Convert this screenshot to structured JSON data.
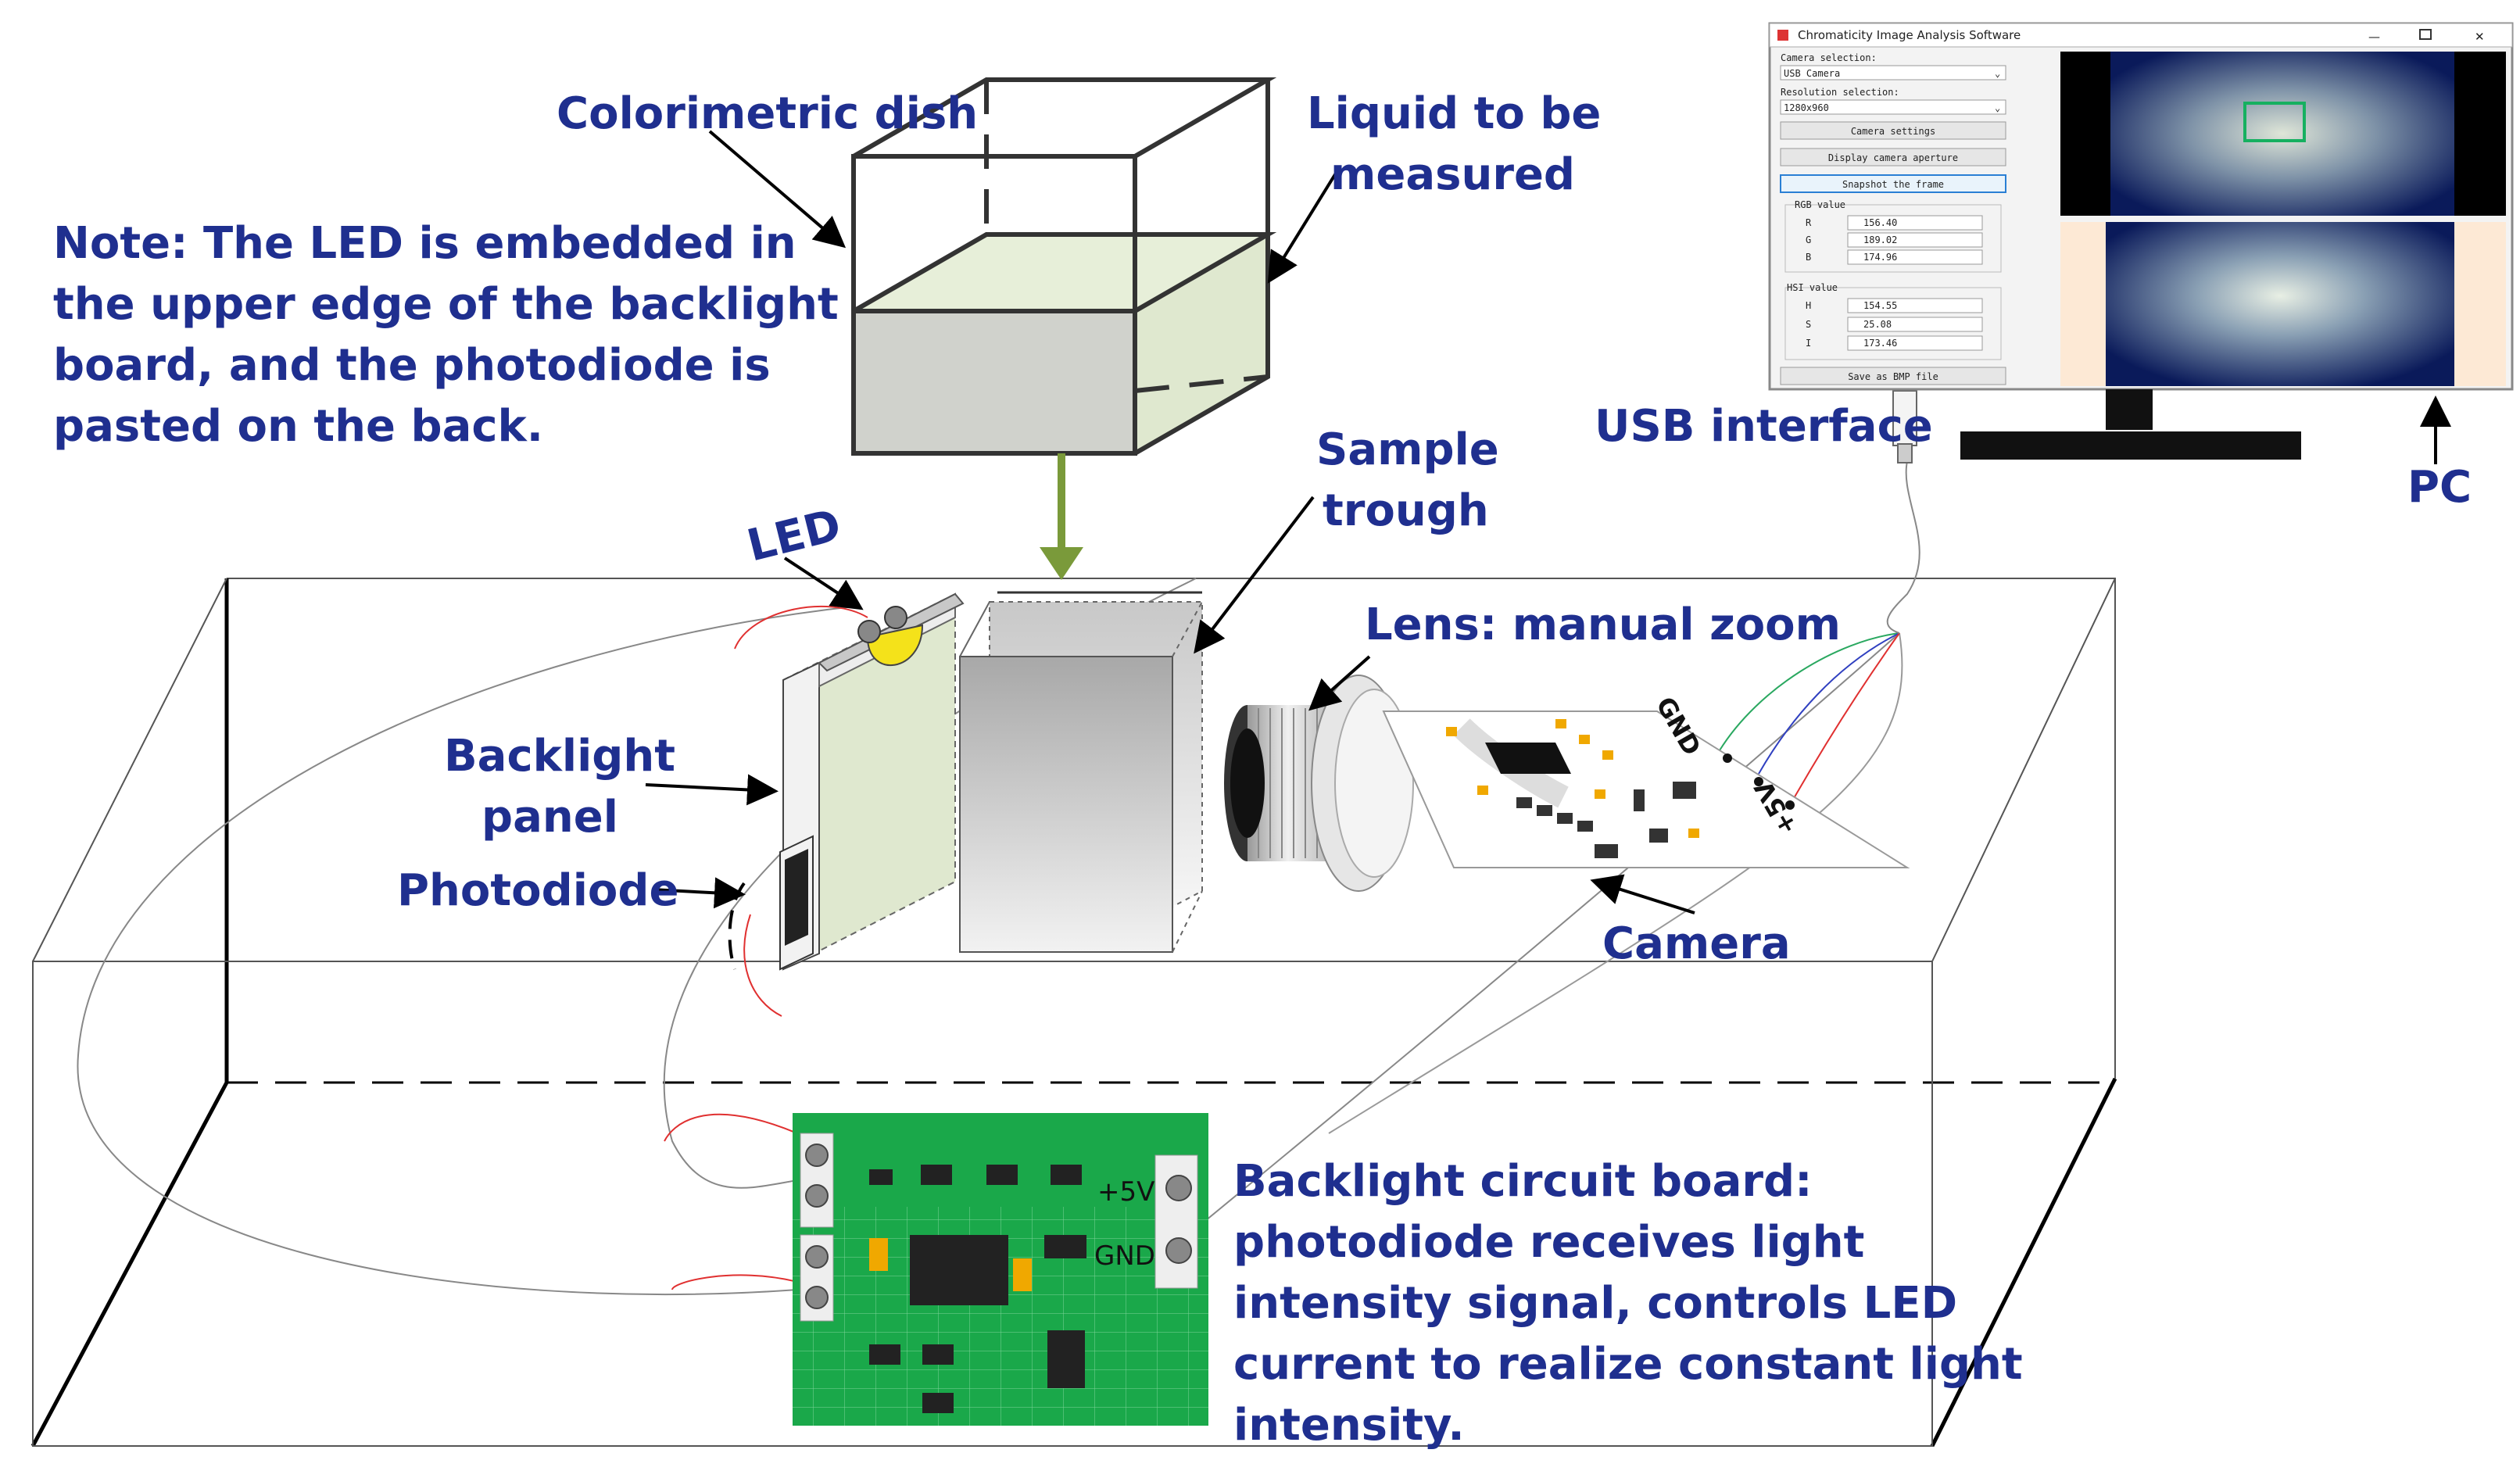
{
  "labels": {
    "colorimetric_dish": "Colorimetric dish",
    "liquid_line1": "Liquid to be",
    "liquid_line2": "measured",
    "note_line1": "Note: The LED is embedded in",
    "note_line2": "the upper edge of the backlight",
    "note_line3": "board, and the photodiode is",
    "note_line4": "pasted on the back.",
    "usb_interface": "USB interface",
    "pc": "PC",
    "led": "LED",
    "sample_trough_line1": "Sample",
    "sample_trough_line2": "trough",
    "lens": "Lens: manual zoom",
    "backlight_panel_line1": "Backlight",
    "backlight_panel_line2": "panel",
    "photodiode": "Photodiode",
    "camera": "Camera",
    "circuit_line1": "Backlight circuit board:",
    "circuit_line2": "photodiode receives light",
    "circuit_line3": "intensity signal, controls LED",
    "circuit_line4": "current to realize constant light",
    "circuit_line5": "intensity."
  },
  "camera_board": {
    "gnd": "GND",
    "plus5v": "+5V"
  },
  "circuit_board": {
    "plus5v": "+5V",
    "gnd": "GND"
  },
  "software": {
    "title": "Chromaticity Image Analysis Software",
    "camera_selection_label": "Camera selection:",
    "camera_selection_value": "USB Camera",
    "resolution_label": "Resolution selection:",
    "resolution_value": "1280x960",
    "btn_camera_settings": "Camera settings",
    "btn_display_aperture": "Display camera aperture",
    "btn_snapshot": "Snapshot the frame",
    "rgb_label": "RGB value",
    "rgb": [
      {
        "name": "R",
        "value": "156.40"
      },
      {
        "name": "G",
        "value": "189.02"
      },
      {
        "name": "B",
        "value": "174.96"
      }
    ],
    "hsi_label": "HSI value",
    "hsi": [
      {
        "name": "H",
        "value": "154.55"
      },
      {
        "name": "S",
        "value": "25.08"
      },
      {
        "name": "I",
        "value": "173.46"
      }
    ],
    "btn_save_bmp": "Save as BMP file"
  },
  "colors": {
    "label_text": "#1f2f8f",
    "liquid": "#dfe8cf",
    "arrow_green": "#7a9a3a",
    "pcb_green": "#1aa84a",
    "led_yellow": "#f4e21a",
    "wire_red": "#e03030",
    "wire_green": "#2aa860",
    "wire_blue": "#3040c0",
    "screen_dark": "#0a1a5a"
  }
}
